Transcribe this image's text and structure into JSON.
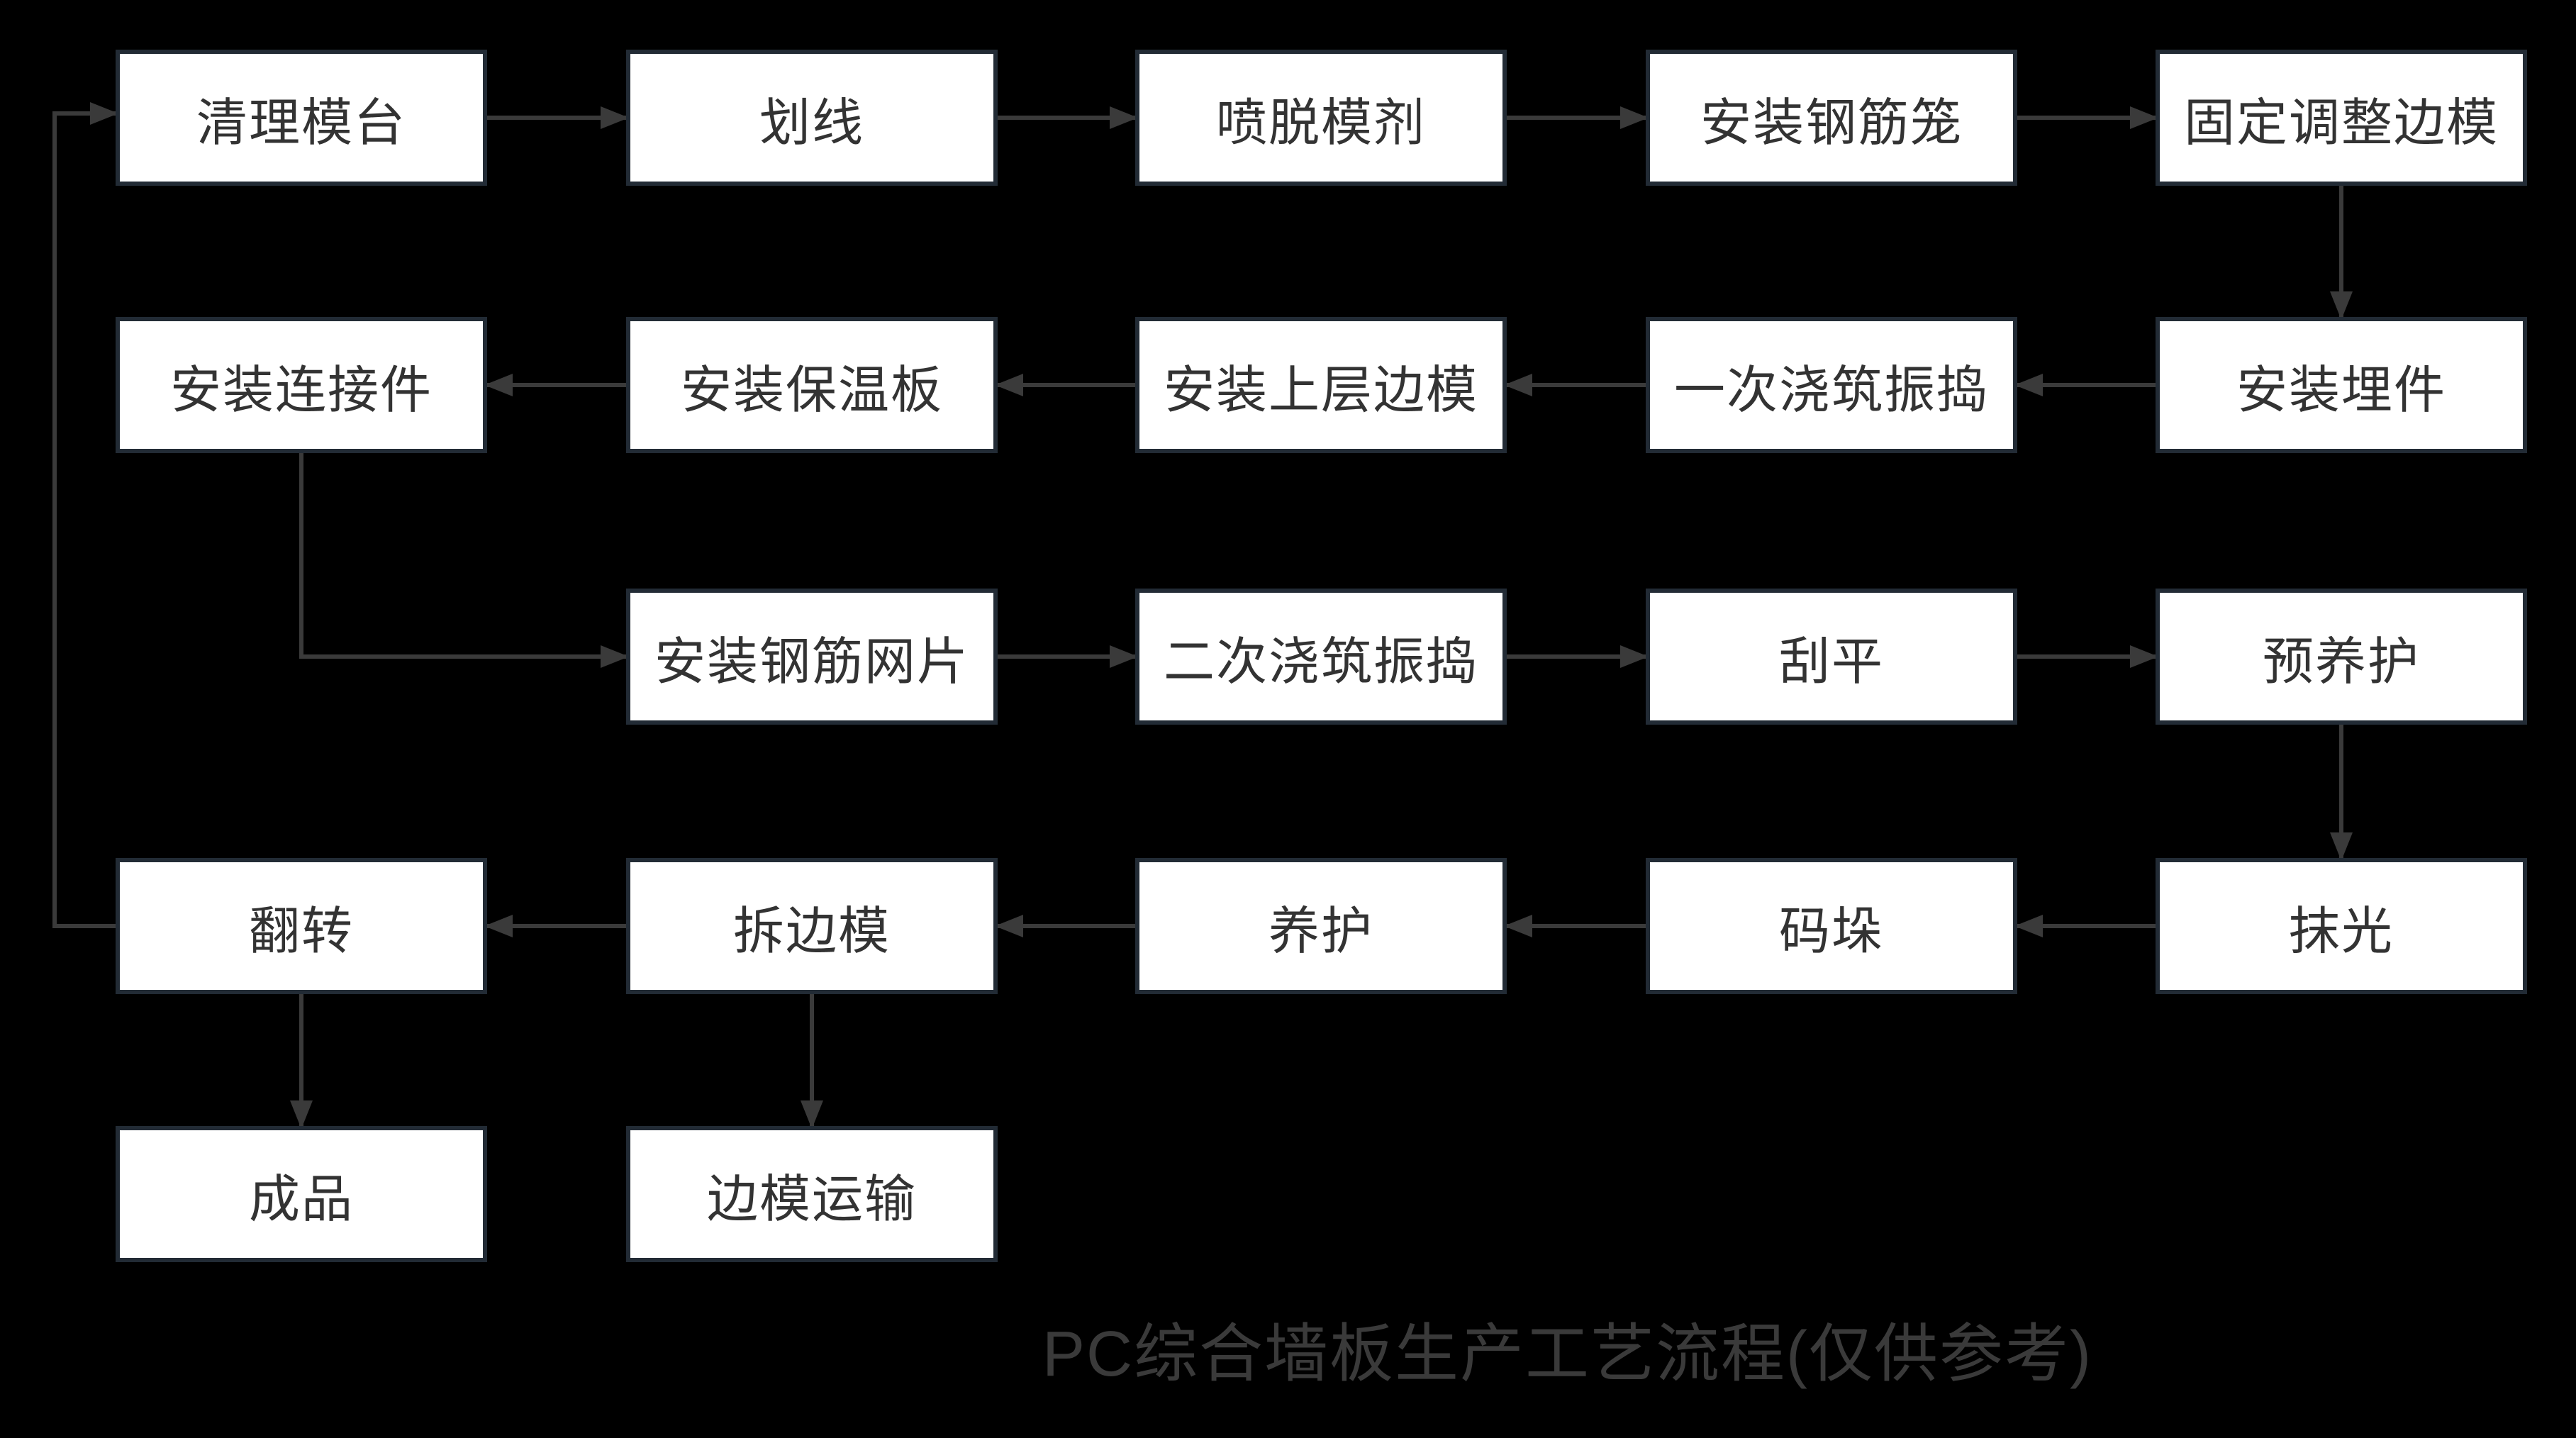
{
  "title": "PC综合墙板生产工艺流程(仅供参考)",
  "colors": {
    "background": "#000000",
    "node_fill": "#FFFFFF",
    "node_border": "#222B35",
    "node_text": "#333333",
    "arrow": "#3A3A3A",
    "title_text": "#3A3A3A"
  },
  "nodes": [
    {
      "id": "clean-mold-table",
      "label": "清理模台"
    },
    {
      "id": "marking",
      "label": "划线"
    },
    {
      "id": "spray-release-agent",
      "label": "喷脱模剂"
    },
    {
      "id": "install-rebar-cage",
      "label": "安装钢筋笼"
    },
    {
      "id": "fix-adjust-side-molds",
      "label": "固定调整边模"
    },
    {
      "id": "install-embedded-parts",
      "label": "安装埋件"
    },
    {
      "id": "first-pour-vibrate",
      "label": "一次浇筑振捣"
    },
    {
      "id": "install-upper-side-molds",
      "label": "安装上层边模"
    },
    {
      "id": "install-insulation-board",
      "label": "安装保温板"
    },
    {
      "id": "install-connectors",
      "label": "安装连接件"
    },
    {
      "id": "install-rebar-mesh",
      "label": "安装钢筋网片"
    },
    {
      "id": "second-pour-vibrate",
      "label": "二次浇筑振捣"
    },
    {
      "id": "scrape-level",
      "label": "刮平"
    },
    {
      "id": "pre-curing",
      "label": "预养护"
    },
    {
      "id": "trowel-finish",
      "label": "抹光"
    },
    {
      "id": "stacking",
      "label": "码垛"
    },
    {
      "id": "curing",
      "label": "养护"
    },
    {
      "id": "remove-side-molds",
      "label": "拆边模"
    },
    {
      "id": "flip",
      "label": "翻转"
    },
    {
      "id": "finished-product",
      "label": "成品"
    },
    {
      "id": "side-mold-transport",
      "label": "边模运输"
    }
  ],
  "edges": [
    {
      "from": "clean-mold-table",
      "to": "marking"
    },
    {
      "from": "marking",
      "to": "spray-release-agent"
    },
    {
      "from": "spray-release-agent",
      "to": "install-rebar-cage"
    },
    {
      "from": "install-rebar-cage",
      "to": "fix-adjust-side-molds"
    },
    {
      "from": "fix-adjust-side-molds",
      "to": "install-embedded-parts"
    },
    {
      "from": "install-embedded-parts",
      "to": "first-pour-vibrate"
    },
    {
      "from": "first-pour-vibrate",
      "to": "install-upper-side-molds"
    },
    {
      "from": "install-upper-side-molds",
      "to": "install-insulation-board"
    },
    {
      "from": "install-insulation-board",
      "to": "install-connectors"
    },
    {
      "from": "install-connectors",
      "to": "install-rebar-mesh"
    },
    {
      "from": "install-rebar-mesh",
      "to": "second-pour-vibrate"
    },
    {
      "from": "second-pour-vibrate",
      "to": "scrape-level"
    },
    {
      "from": "scrape-level",
      "to": "pre-curing"
    },
    {
      "from": "pre-curing",
      "to": "trowel-finish"
    },
    {
      "from": "trowel-finish",
      "to": "stacking"
    },
    {
      "from": "stacking",
      "to": "curing"
    },
    {
      "from": "curing",
      "to": "remove-side-molds"
    },
    {
      "from": "remove-side-molds",
      "to": "flip"
    },
    {
      "from": "flip",
      "to": "finished-product"
    },
    {
      "from": "remove-side-molds",
      "to": "side-mold-transport"
    },
    {
      "from": "flip",
      "to": "clean-mold-table"
    }
  ]
}
